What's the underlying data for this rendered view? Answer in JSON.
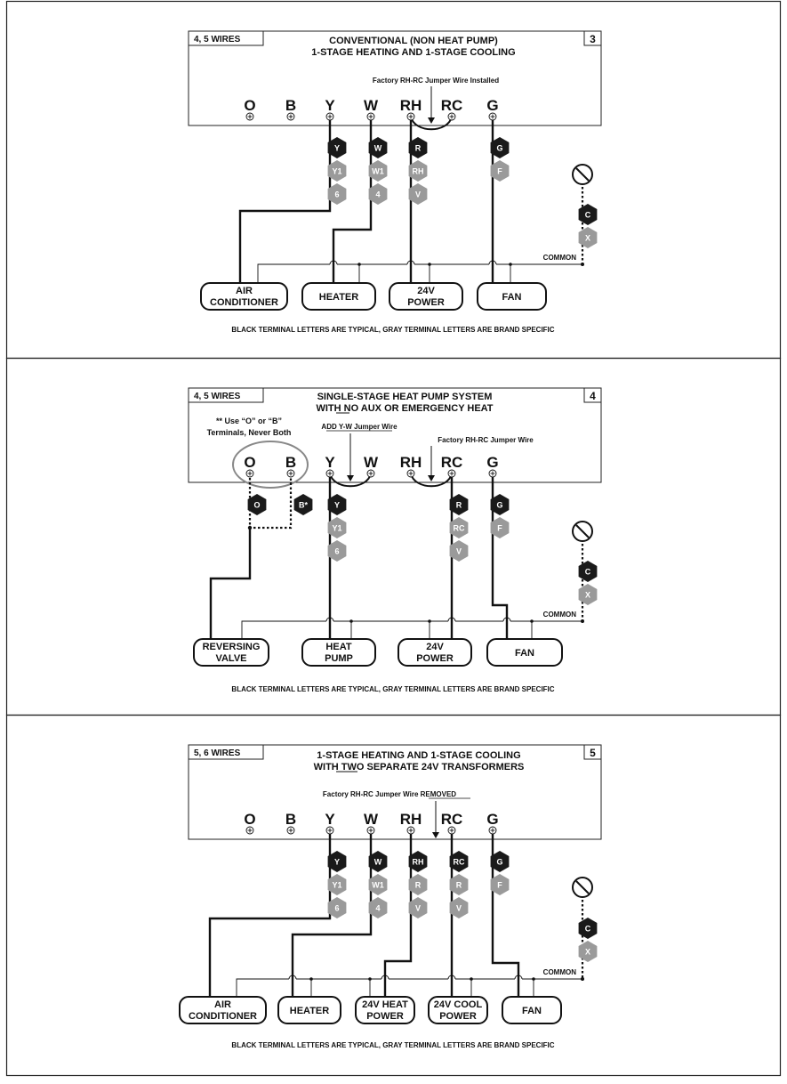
{
  "footer_note": "BLACK TERMINAL LETTERS ARE TYPICAL, GRAY TERMINAL LETTERS ARE BRAND SPECIFIC",
  "common_label": "COMMON",
  "panels": [
    {
      "number": "3",
      "wires": "4, 5 WIRES",
      "title_lines": [
        "CONVENTIONAL (NON HEAT PUMP)",
        "1-STAGE HEATING AND 1-STAGE COOLING"
      ],
      "jumper_note": "Factory RH-RC Jumper Wire Installed",
      "terminals": [
        "O",
        "B",
        "Y",
        "W",
        "RH",
        "RC",
        "G"
      ],
      "hex_labels": {
        "Y": [
          "Y",
          "Y1",
          "6"
        ],
        "W": [
          "W",
          "W1",
          "4"
        ],
        "RH": [
          "R",
          "RH",
          "V"
        ],
        "G": [
          "G",
          "F"
        ],
        "C": [
          "C",
          "X"
        ]
      },
      "equipment": [
        [
          "AIR",
          "CONDITIONER"
        ],
        [
          "HEATER"
        ],
        [
          "24V",
          "POWER"
        ],
        [
          "FAN"
        ]
      ]
    },
    {
      "number": "4",
      "wires": "4, 5 WIRES",
      "title_lines": [
        "SINGLE-STAGE HEAT PUMP SYSTEM",
        "WITH NO AUX OR EMERGENCY HEAT"
      ],
      "side_note": [
        "** Use “O” or “B”",
        "Terminals, Never Both"
      ],
      "add_jumper_note": "ADD Y-W Jumper Wire",
      "jumper_note": "Factory RH-RC Jumper Wire",
      "terminals": [
        "O",
        "B",
        "Y",
        "W",
        "RH",
        "RC",
        "G"
      ],
      "hex_labels": {
        "O": [
          "O"
        ],
        "B": [
          "B*"
        ],
        "Y": [
          "Y",
          "Y1",
          "6"
        ],
        "RC": [
          "R",
          "RC",
          "V"
        ],
        "G": [
          "G",
          "F"
        ],
        "C": [
          "C",
          "X"
        ]
      },
      "equipment": [
        [
          "REVERSING",
          "VALVE"
        ],
        [
          "HEAT",
          "PUMP"
        ],
        [
          "24V",
          "POWER"
        ],
        [
          "FAN"
        ]
      ]
    },
    {
      "number": "5",
      "wires": "5, 6 WIRES",
      "title_lines": [
        "1-STAGE HEATING AND 1-STAGE COOLING",
        "WITH TWO SEPARATE 24V TRANSFORMERS"
      ],
      "jumper_note": "Factory RH-RC Jumper Wire REMOVED",
      "terminals": [
        "O",
        "B",
        "Y",
        "W",
        "RH",
        "RC",
        "G"
      ],
      "hex_labels": {
        "Y": [
          "Y",
          "Y1",
          "6"
        ],
        "W": [
          "W",
          "W1",
          "4"
        ],
        "RH": [
          "RH",
          "R",
          "V"
        ],
        "RC": [
          "RC",
          "R",
          "V"
        ],
        "G": [
          "G",
          "F"
        ],
        "C": [
          "C",
          "X"
        ]
      },
      "equipment": [
        [
          "AIR",
          "CONDITIONER"
        ],
        [
          "HEATER"
        ],
        [
          "24V HEAT",
          "POWER"
        ],
        [
          "24V COOL",
          "POWER"
        ],
        [
          "FAN"
        ]
      ]
    }
  ]
}
